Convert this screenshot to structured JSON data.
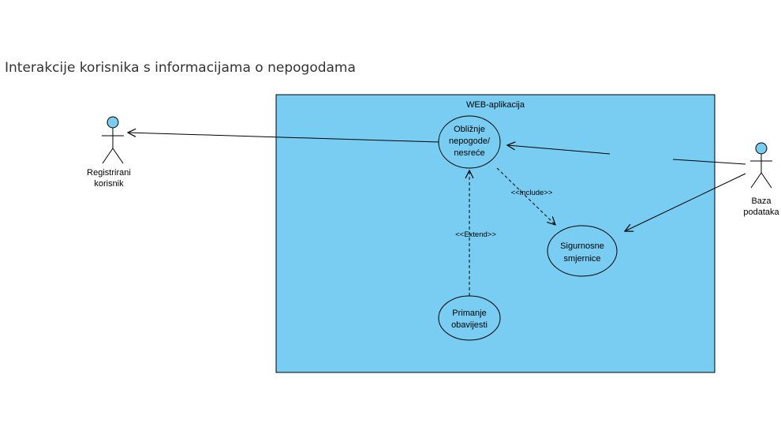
{
  "title": "Interakcije korisnika s informacijama o nepogodama",
  "colors": {
    "system_fill": "#79cdf2",
    "actor_head_fill": "#79cdf2",
    "line": "#000000"
  },
  "system": {
    "label": "WEB-aplikacija"
  },
  "actors": {
    "user": {
      "line1": "Registrirani",
      "line2": "korisnik"
    },
    "database": {
      "line1": "Baza",
      "line2": "podataka"
    }
  },
  "use_cases": {
    "nearby": {
      "line1": "Obližnje",
      "line2": "nepogode/",
      "line3": "nesreće"
    },
    "guidelines": {
      "line1": "Sigurnosne",
      "line2": "smjernice"
    },
    "notifications": {
      "line1": "Primanje",
      "line2": "obavijesti"
    }
  },
  "relations": {
    "include": "<<Include>>",
    "extend": "<<Extend>>"
  }
}
